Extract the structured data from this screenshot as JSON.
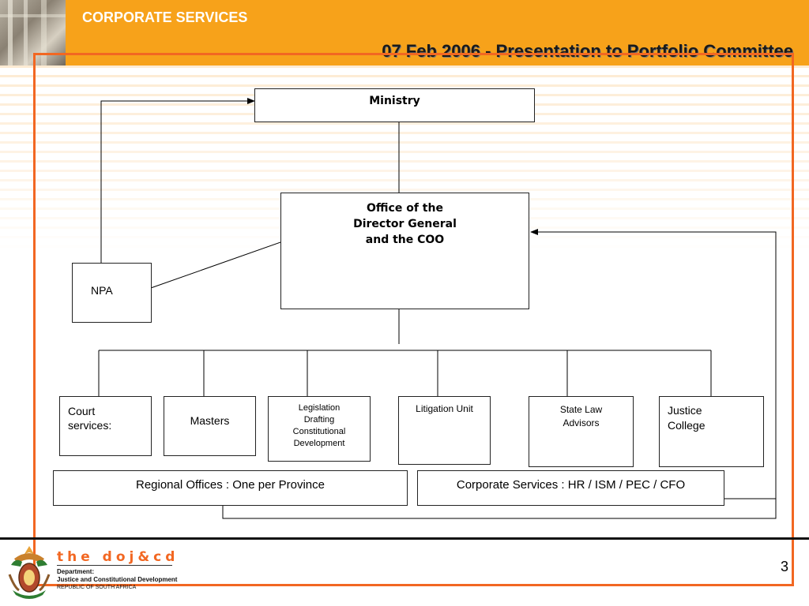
{
  "header": {
    "title": "CORPORATE SERVICES",
    "subtitle": "07 Feb 2006 - Presentation to Portfolio Committee"
  },
  "colors": {
    "header_band": "#f7a21a",
    "frame": "#f26722",
    "logo_text": "#f26722"
  },
  "chart": {
    "ministry": "Ministry",
    "dg_office": [
      "Office of the",
      "Director General",
      "and the COO"
    ],
    "npa": "NPA",
    "units": {
      "court": [
        "Court",
        "services:"
      ],
      "masters": "Masters",
      "legislation": [
        "Legislation",
        "Drafting",
        "Constitutional",
        "Development"
      ],
      "litigation": "Litigation Unit",
      "state_law": [
        "State Law",
        "Advisors"
      ],
      "justice_college": [
        "Justice",
        "College"
      ]
    },
    "regional": "Regional Offices : One per Province",
    "corporate": "Corporate Services : HR / ISM / PEC / CFO"
  },
  "footer": {
    "logo_text": "the doj&cd",
    "department_label": "Department:",
    "department_name": "Justice and Constitutional Development",
    "country": "REPUBLIC OF SOUTH AFRICA",
    "page_number": "3"
  }
}
